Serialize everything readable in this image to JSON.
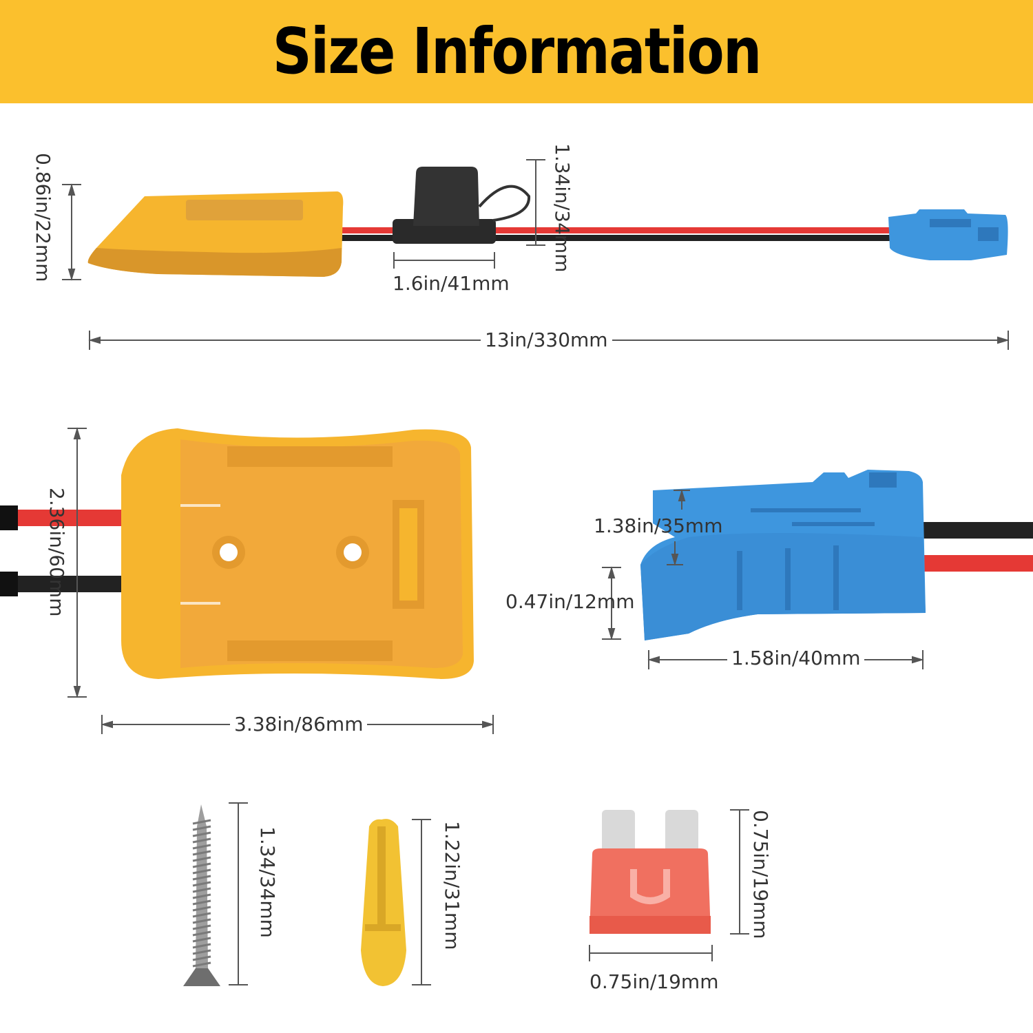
{
  "banner": {
    "title": "Size Information"
  },
  "dimensions": {
    "adapter_side_height": "0.86in/22mm",
    "fuse_holder_height": "1.34in/34mm",
    "fuse_holder_width": "1.6in/41mm",
    "total_length": "13in/330mm",
    "adapter_top_height": "2.36in/60mm",
    "adapter_top_width": "3.38in/86mm",
    "connector_height": "1.38in/35mm",
    "connector_step": "0.47in/12mm",
    "connector_width": "1.58in/40mm",
    "screw_length": "1.34/34mm",
    "anchor_length": "1.22in/31mm",
    "fuse_height": "0.75in/19mm",
    "fuse_width": "0.75in/19mm"
  },
  "colors": {
    "banner": "#FBC02D",
    "adapter": "#F6B52E",
    "adapter_shadow": "#D9962A",
    "connector": "#3E96DE",
    "connector_shadow": "#2E78BC",
    "wire_red": "#E53935",
    "wire_black": "#222222",
    "fuse": "#F07060",
    "fuse_metal": "#D9D9D9",
    "anchor": "#F2C233",
    "dimension_line": "#555555"
  },
  "icons": [
    "battery-adapter-icon",
    "fuse-holder-icon",
    "connector-plug-icon",
    "screw-icon",
    "wall-anchor-icon",
    "blade-fuse-icon"
  ]
}
